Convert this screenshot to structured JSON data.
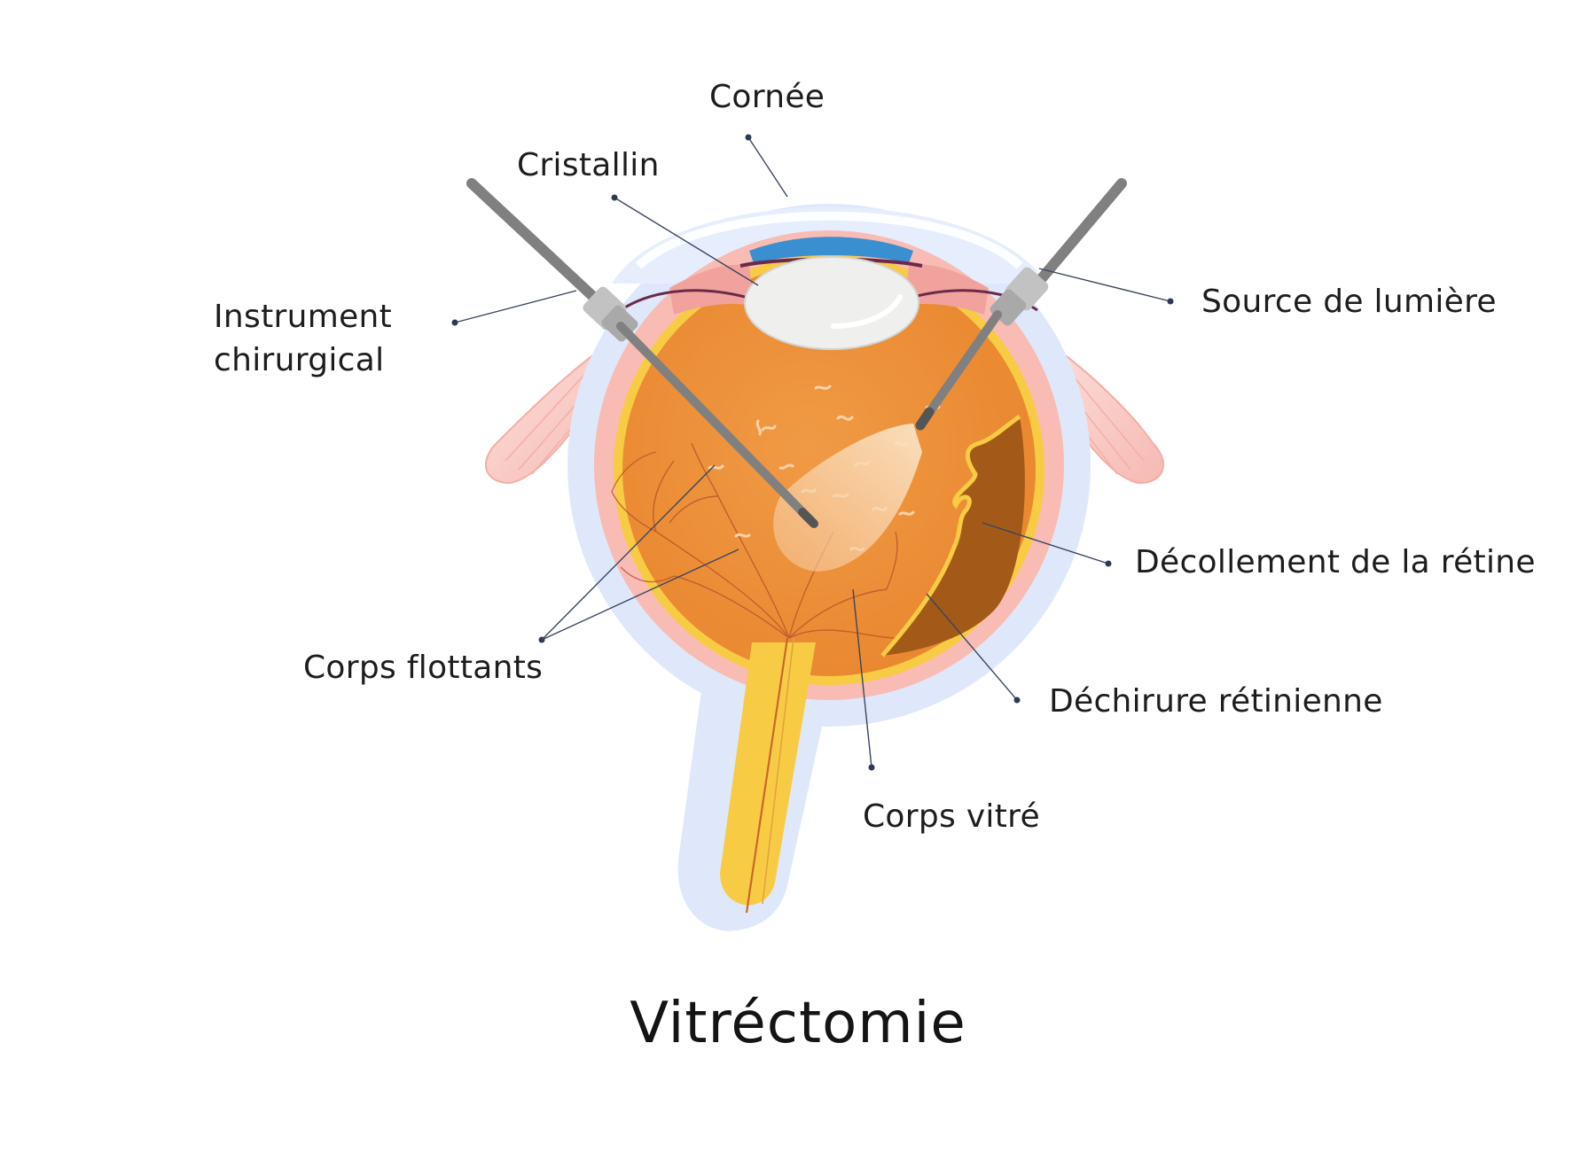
{
  "title": "Vitréctomie",
  "labels": {
    "cornee": "Cornée",
    "cristallin": "Cristallin",
    "instrument_line1": "Instrument",
    "instrument_line2": "chirurgical",
    "source_lumiere": "Source de lumière",
    "decollement": "Décollement de la rétine",
    "corps_flottants": "Corps flottants",
    "dechirure": "Déchirure rétinienne",
    "corps_vitre": "Corps vitré"
  },
  "colors": {
    "sclera_outer": "#dfe8fb",
    "choroid": "#f8b9b3",
    "retina_yellow": "#f8cb44",
    "vitreous": "#ec8f3b",
    "detached_region": "#a35a18",
    "lens": "#efefed",
    "iris": "#3a8fd0",
    "instrument": "#808080",
    "muscle": "#f9c9c4"
  }
}
